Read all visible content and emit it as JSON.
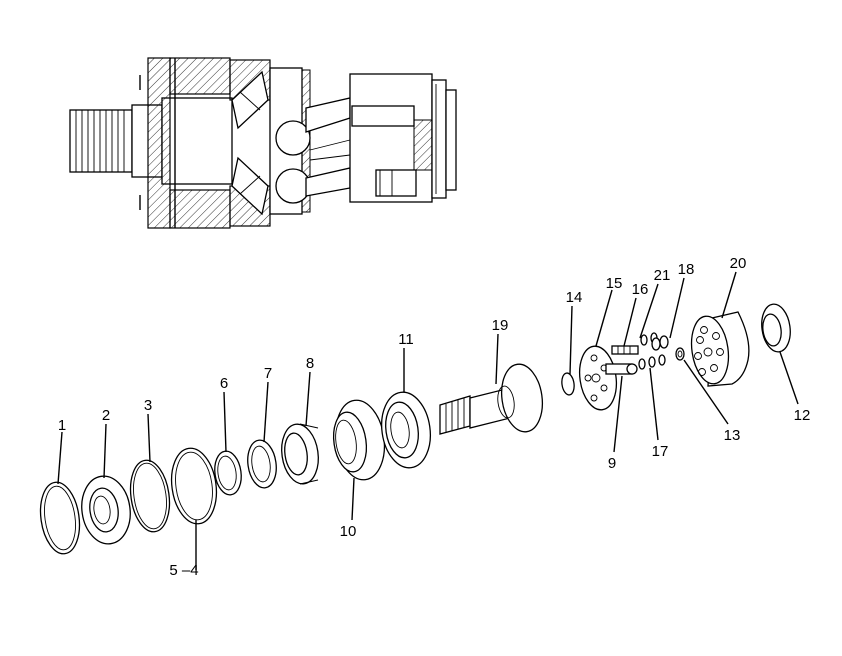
{
  "labels": {
    "l1": "1",
    "l2": "2",
    "l3": "3",
    "l54": "5 –4",
    "l6": "6",
    "l7": "7",
    "l8": "8",
    "l10": "10",
    "l11": "11",
    "l19": "19",
    "l14": "14",
    "l15": "15",
    "l16": "16",
    "l21": "21",
    "l18": "18",
    "l20": "20",
    "l9": "9",
    "l17": "17",
    "l13": "13",
    "l12": "12"
  }
}
